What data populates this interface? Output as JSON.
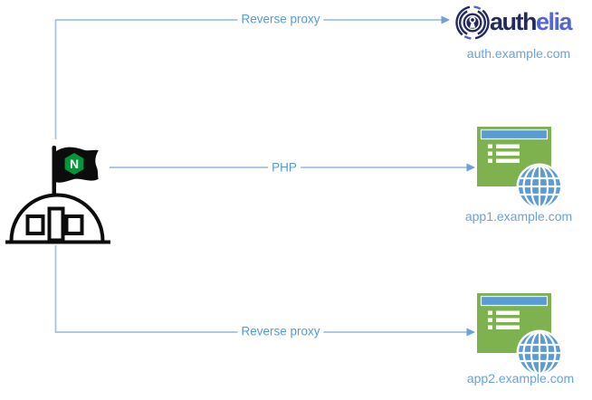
{
  "colors": {
    "line": "#9fc3e7",
    "arrow": "#6f9fd9",
    "label": "#549ad6",
    "domain": "#67a3dd",
    "green": "#7db24f",
    "blue": "#5b9bd5",
    "navy": "#232a5c",
    "indigo": "#5565d8",
    "nginx": "#009639",
    "ink": "#0c0c0c"
  },
  "connections": {
    "top": "Reverse proxy",
    "middle": "PHP",
    "bottom": "Reverse proxy"
  },
  "nginx": {
    "flag_letter": "N"
  },
  "authelia": {
    "brand_auth": "auth",
    "brand_elia": "elia",
    "domain": "auth.example.com"
  },
  "apps": [
    {
      "domain": "app1.example.com"
    },
    {
      "domain": "app2.example.com"
    }
  ]
}
